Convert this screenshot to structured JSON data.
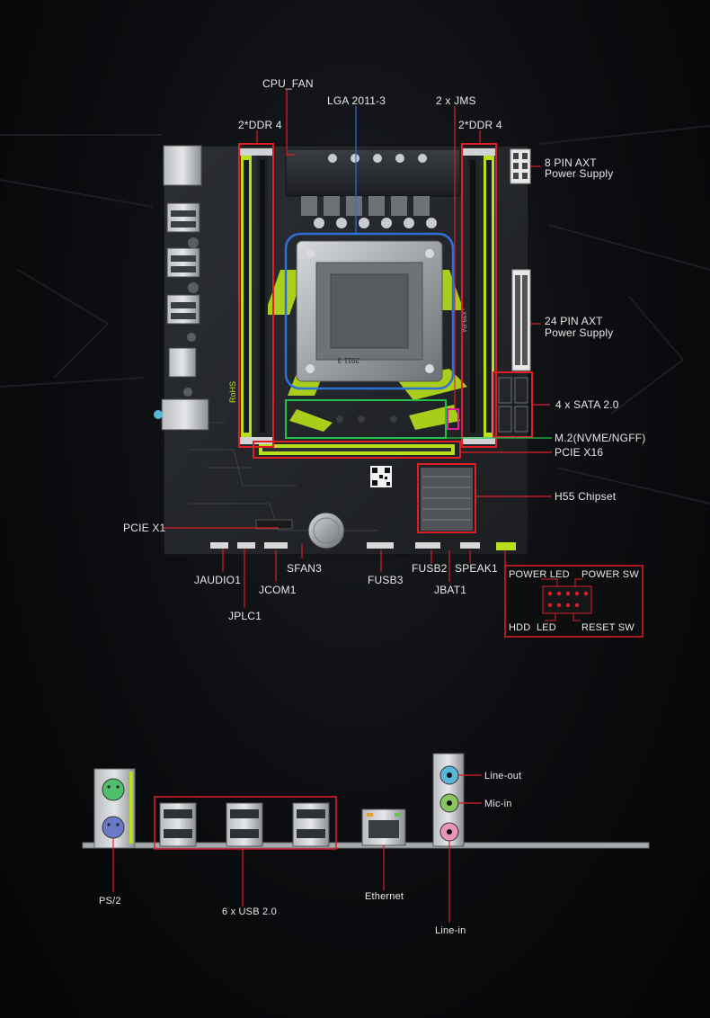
{
  "motherboard": {
    "labels": {
      "cpu_fan": "CPU_FAN",
      "socket": "LGA 2011-3",
      "jms": "2 x JMS",
      "ddr_left": "2*DDR 4",
      "ddr_right": "2*DDR 4",
      "power8_line1": "8 PIN AXT",
      "power8_line2": "Power Supply",
      "power24_line1": "24 PIN AXT",
      "power24_line2": "Power Supply",
      "sata": "4 x SATA 2.0",
      "m2": "M.2(NVME/NGFF)",
      "pcie16": "PCIE X16",
      "chipset": "H55 Chipset",
      "pcie1": "PCIE X1",
      "jaudio": "JAUDIO1",
      "jplc": "JPLC1",
      "jcom": "JCOM1",
      "sfan": "SFAN3",
      "fusb3": "FUSB3",
      "fusb2": "FUSB2",
      "jbat": "JBAT1",
      "speak": "SPEAK1"
    },
    "board_print": {
      "rohs": "RoHS",
      "socket_mark": "2011-3",
      "model": "X99-P4"
    },
    "front_panel": {
      "power_led": "POWER LED",
      "power_sw": "POWER SW",
      "hdd_led": "HDD  LED",
      "reset_sw": "RESET SW"
    }
  },
  "io_panel": {
    "ps2": "PS/2",
    "usb": "6 x USB 2.0",
    "ethernet": "Ethernet",
    "line_out": "Line-out",
    "mic_in": "Mic-in",
    "line_in": "Line-in"
  },
  "colors": {
    "callout_red": "#e01e26",
    "socket_blue": "#2f6fd8",
    "m2_green": "#22c24a",
    "board_green": "#b8e01a",
    "jms_pink": "#e020a0"
  }
}
